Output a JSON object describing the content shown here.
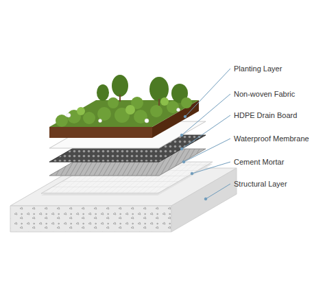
{
  "diagram": {
    "labels": [
      "Planting Layer",
      "Non-woven Fabric",
      "HDPE Drain Board",
      "Waterproof Membrane",
      "Cement Mortar",
      "Structural Layer"
    ]
  }
}
